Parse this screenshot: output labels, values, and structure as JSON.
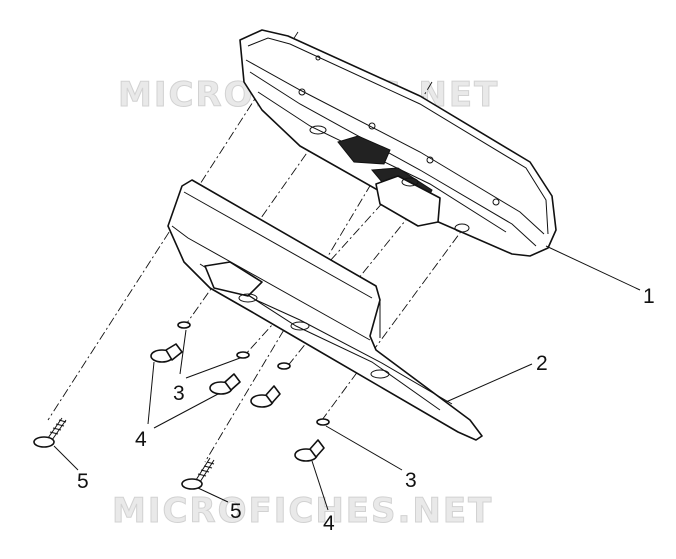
{
  "watermark": {
    "top": "MICROFICHES.NET",
    "bottom": "MICROFICHES.NET"
  },
  "callouts": [
    {
      "id": "callout-1",
      "text": "1"
    },
    {
      "id": "callout-2",
      "text": "2"
    },
    {
      "id": "callout-3a",
      "text": "3"
    },
    {
      "id": "callout-4a",
      "text": "4"
    },
    {
      "id": "callout-5a",
      "text": "5"
    },
    {
      "id": "callout-5b",
      "text": "5"
    },
    {
      "id": "callout-3b",
      "text": "3"
    },
    {
      "id": "callout-4b",
      "text": "4"
    }
  ],
  "colors": {
    "ink": "#111111",
    "watermark": "#e9e9e9",
    "background": "#ffffff"
  }
}
